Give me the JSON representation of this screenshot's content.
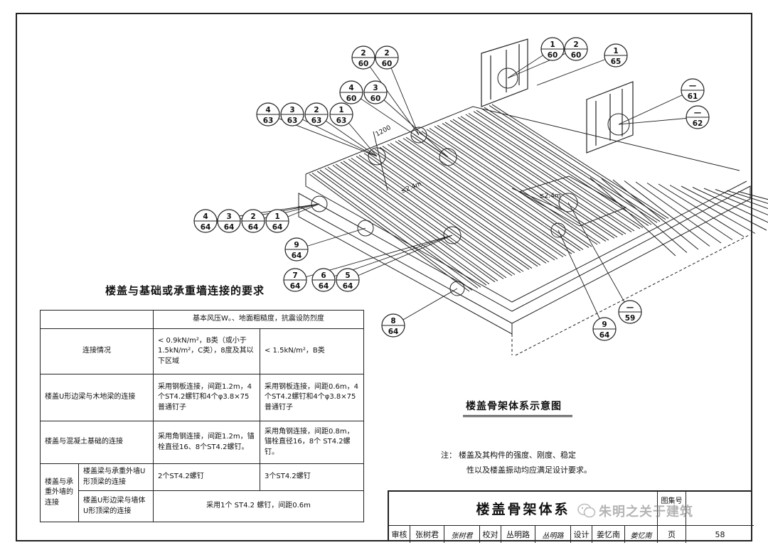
{
  "callouts": [
    {
      "num": "2",
      "den": "60"
    },
    {
      "num": "2",
      "den": "60"
    },
    {
      "num": "4",
      "den": "60"
    },
    {
      "num": "3",
      "den": "60"
    },
    {
      "num": "4",
      "den": "63"
    },
    {
      "num": "3",
      "den": "63"
    },
    {
      "num": "2",
      "den": "63"
    },
    {
      "num": "1",
      "den": "63"
    },
    {
      "num": "1",
      "den": "60"
    },
    {
      "num": "2",
      "den": "60"
    },
    {
      "num": "1",
      "den": "65"
    },
    {
      "num": "—",
      "den": "61"
    },
    {
      "num": "—",
      "den": "62"
    },
    {
      "num": "4",
      "den": "64"
    },
    {
      "num": "3",
      "den": "64"
    },
    {
      "num": "2",
      "den": "64"
    },
    {
      "num": "1",
      "den": "64"
    },
    {
      "num": "9",
      "den": "64"
    },
    {
      "num": "7",
      "den": "64"
    },
    {
      "num": "6",
      "den": "64"
    },
    {
      "num": "5",
      "den": "64"
    },
    {
      "num": "8",
      "den": "64"
    },
    {
      "num": "—",
      "den": "59"
    },
    {
      "num": "9",
      "den": "64"
    }
  ],
  "dimensions": {
    "spacing": "1200",
    "span_a": "≤2.4m",
    "span_b": "≤2.4m"
  },
  "requirements": {
    "title": "楼盖与基础或承重墙连接的要求",
    "header_conditions": "基本风压W。、地面粗糙度，抗震设防烈度",
    "row_label_case": "连接情况",
    "col_a": "< 0.9kN/m²，B类（或小于1.5kN/m²，C类），8度及其以下区域",
    "col_b": "< 1.5kN/m²，B类",
    "rows": [
      {
        "label": "楼盖U形边梁与木地梁的连接",
        "a": "采用钢板连接，间距1.2m，4个ST4.2螺钉和4个φ3.8×75普通钉子",
        "b": "采用钢板连接，间距0.6m，4个ST4.2螺钉和4个φ3.8×75普通钉子"
      },
      {
        "label": "楼盖与混凝土基础的连接",
        "a": "采用角钢连接，间距1.2m，锚栓直径16、8个ST4.2螺钉。",
        "b": "采用角钢连接，间距0.8m，锚栓直径16，8个 ST4.2螺钉。"
      }
    ],
    "group_label": "楼盖与承重外墙的连接",
    "sub_rows": [
      {
        "label": "楼盖梁与承重外墙U形顶梁的连接",
        "a": "2个ST4.2螺钉",
        "b": "3个ST4.2螺钉"
      },
      {
        "label": "楼盖U形边梁与墙体U形顶梁的连接",
        "ab": "采用1个 ST4.2 螺钉，间距0.6m"
      }
    ]
  },
  "diagram_caption": "楼盖骨架体系示意图",
  "note": {
    "label": "注：",
    "line1": "楼盖及其构件的强度、刚度、稳定",
    "line2": "性以及楼盖振动均应满足设计要求。"
  },
  "title_block": {
    "title": "楼盖骨架体系",
    "atlas_label": "图集号",
    "atlas_value": "",
    "cells": [
      "审核",
      "张树君",
      "张树君",
      "校对",
      "丛明路",
      "丛明路",
      "设计",
      "姜忆南",
      "姜忆南",
      "页",
      "58"
    ]
  },
  "watermark": "朱明之关于建筑"
}
